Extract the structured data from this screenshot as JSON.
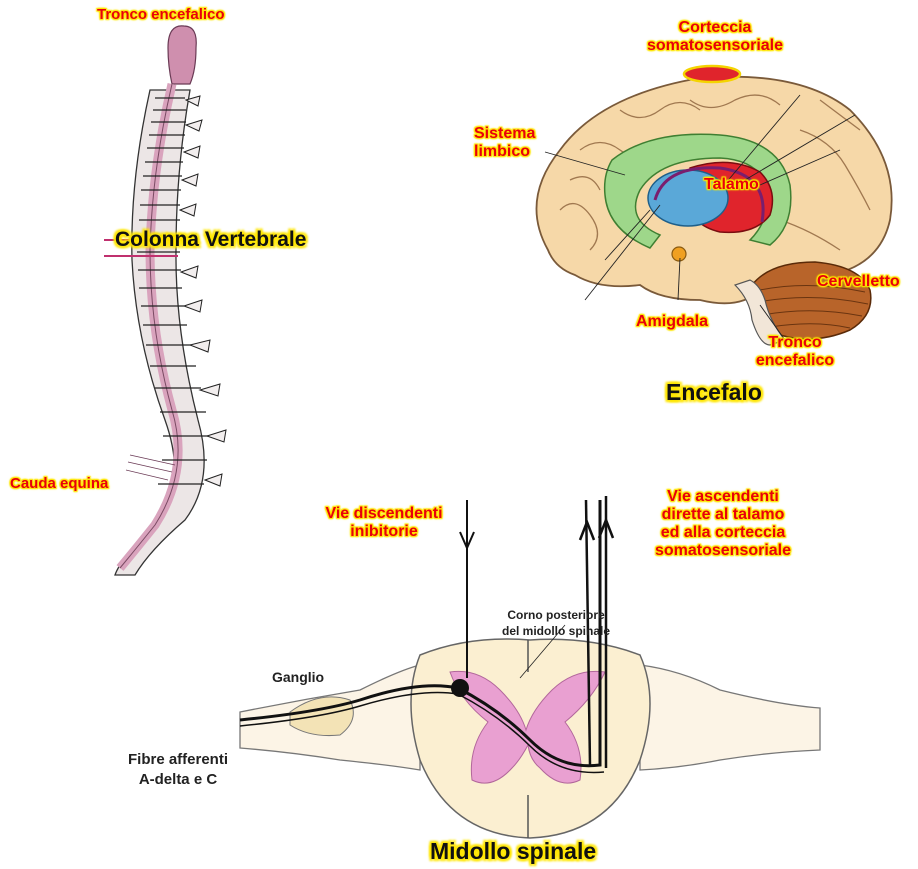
{
  "labels": {
    "tronco_top": "Tronco encefalico",
    "colonna": "Colonna Vertebrale",
    "cauda": "Cauda equina",
    "corteccia_1": "Corteccia",
    "corteccia_2": "somatosensoriale",
    "sistema_1": "Sistema",
    "sistema_2": "limbico",
    "talamo": "Talamo",
    "cervelletto": "Cervelletto",
    "amigdala": "Amigdala",
    "tronco_brain_1": "Tronco",
    "tronco_brain_2": "encefalico",
    "encefalo": "Encefalo",
    "vie_disc_1": "Vie discendenti",
    "vie_disc_2": "inibitorie",
    "vie_asc_1": "Vie ascendenti",
    "vie_asc_2": "dirette al talamo",
    "vie_asc_3": "ed alla corteccia",
    "vie_asc_4": "somatosensoriale",
    "corno_1": "Corno posteriore",
    "corno_2": "del midollo spinale",
    "ganglio": "Ganglio",
    "fibre_1": "Fibre afferenti",
    "fibre_2": "A-delta  e  C",
    "midollo": "Midollo spinale"
  },
  "colors": {
    "label_text": "#e8000b",
    "label_glow": "#ffe600",
    "spine_pink": "#d9a3bd",
    "brain_tan": "#f6d8a8",
    "limbic_green": "#9ed78a",
    "thalamus_red": "#e0242c",
    "cerebellum_brown": "#b8642a",
    "cord_pink": "#e486d2"
  }
}
